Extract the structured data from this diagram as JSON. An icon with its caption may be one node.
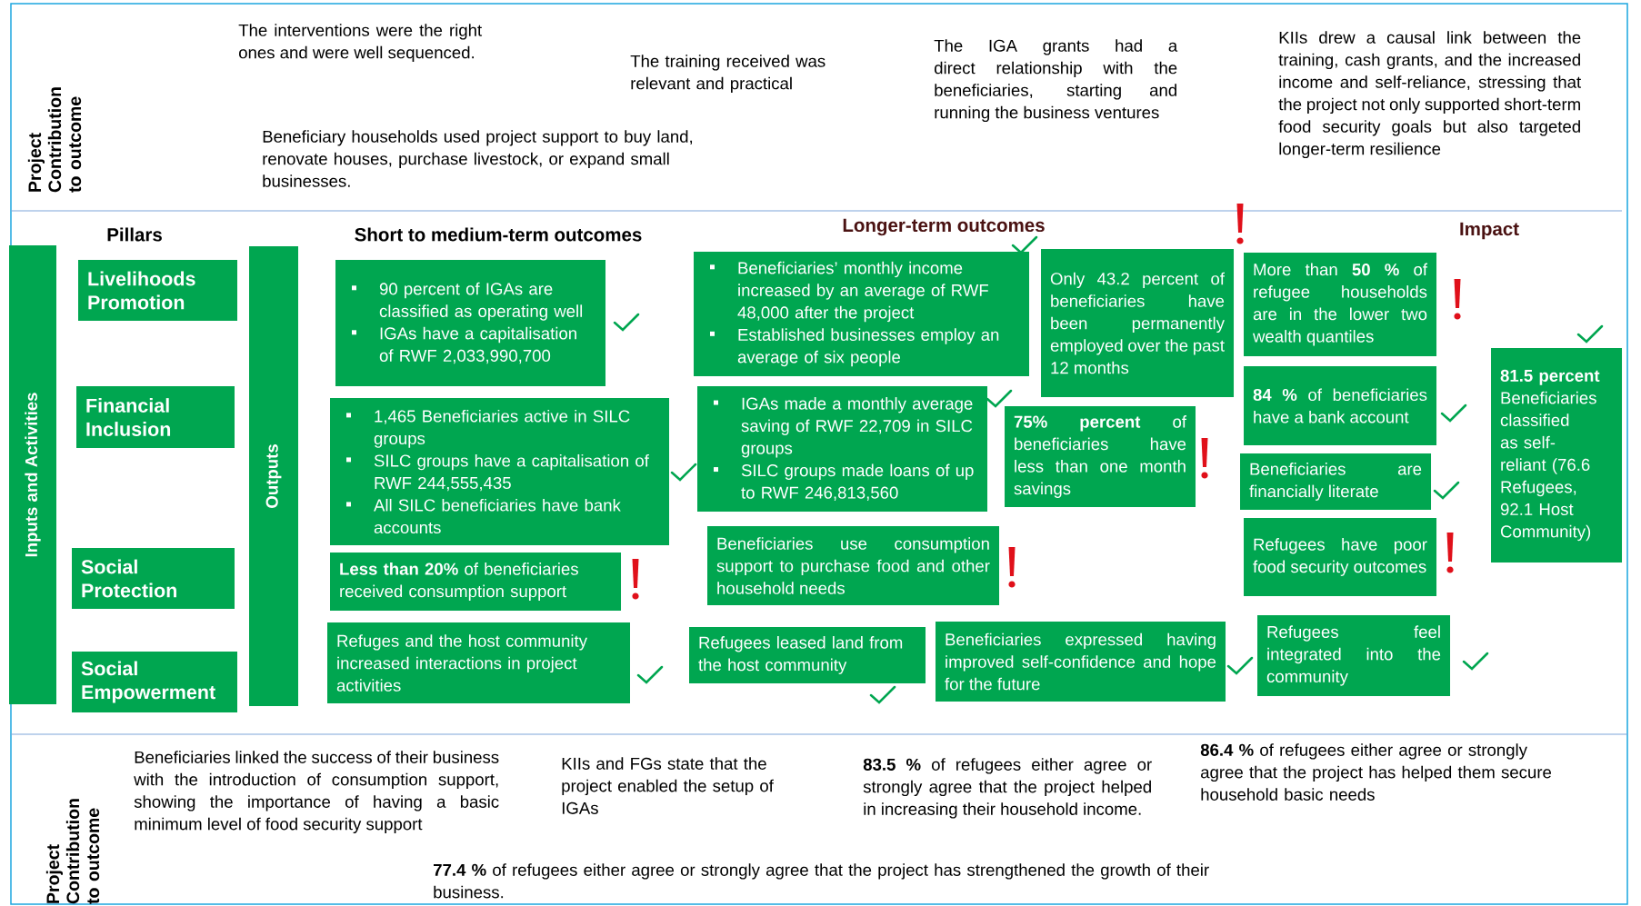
{
  "diagram": {
    "nodes": [
      {
        "text": [
          "Inputs and Activities"
        ]
      },
      {
        "text": [
          "Livelihoods Promotion"
        ]
      },
      {
        "text": [
          "Financial Inclusion"
        ]
      },
      {
        "text": [
          "Social Protection"
        ]
      },
      {
        "text": [
          "Social Empowerment"
        ]
      },
      {
        "text": [
          "Outputs"
        ]
      },
      {
        "text": [
          "90 percent of IGAs are classified as operating well",
          "IGAs have a capitalisation of RWF 2,033,990,700"
        ]
      },
      {
        "text": [
          "1,465 Beneficiaries active in SILC groups",
          "SILC groups have a capitalisation of RWF 244,555,435",
          "All SILC beneficiaries have bank accounts"
        ]
      },
      {
        "text": [
          "**Less than 20%** of beneficiaries received consumption support"
        ]
      },
      {
        "text": [
          "Refuges and the host community increased interactions in project activities"
        ]
      },
      {
        "text": [
          "Beneficiaries’ monthly income increased by an average of RWF 48,000 after the project",
          "Established businesses employ an average of six people"
        ]
      },
      {
        "text": [
          "Only 43.2 percent of beneficiaries have been permanently employed over the past 12 months"
        ]
      },
      {
        "text": [
          "IGAs made a monthly average saving of RWF 22,709 in SILC groups",
          "SILC groups made loans of up to RWF 246,813,560"
        ]
      },
      {
        "text": [
          "**75% percent** of beneficiaries have less than one month savings"
        ]
      },
      {
        "text": [
          "Beneficiaries use consumption support to purchase food and other household needs"
        ]
      },
      {
        "text": [
          "Refugees leased land from the host community"
        ]
      },
      {
        "text": [
          "Beneficiaries expressed having improved self-confidence and hope for the future"
        ]
      },
      {
        "text": [
          "More than **50 %** of refugee households are in the lower two wealth quantiles"
        ]
      },
      {
        "text": [
          "**84 %** of beneficiaries have a bank account"
        ]
      },
      {
        "text": [
          "Beneficiaries are financially literate"
        ]
      },
      {
        "text": [
          "Refugees have poor food security outcomes"
        ]
      },
      {
        "text": [
          "Refugees feel integrated into the community"
        ]
      },
      {
        "text": [
          "**81.5 percent** Beneficiaries classified as self-reliant (76.6 Refugees, 92.1 Host Community)"
        ]
      }
    ],
    "edges": [],
    "labels": [
      "Project Contribution to outcome",
      "The interventions were the right ones and were well sequenced.",
      "The training received was relevant and practical",
      "The IGA grants had a direct relationship with the beneficiaries, starting and running the business ventures",
      "KIIs drew a causal link between the training, cash grants, and the increased income and self-reliance, stressing that the project not only supported short-term food security goals but also targeted longer-term resilience",
      "Beneficiary households used project support to buy land, renovate houses, purchase livestock, or expand small businesses.",
      "Pillars",
      "Short to medium-term outcomes",
      "Longer-term outcomes",
      "Impact",
      "Beneficiaries linked the success of their business with the introduction of consumption support, showing the importance of having a basic minimum level of food security support",
      "KIIs and FGs state that the project enabled the setup of IGAs",
      "**83.5 %** of refugees either agree or strongly agree that the project helped in increasing their household income.",
      "**86.4 %** of refugees either agree or strongly agree that the project has helped them secure household basic needs",
      "Project Contribution to outcome",
      "**77.4 %** of refugees either agree or strongly agree that the project has strengthened the growth of their business."
    ]
  }
}
